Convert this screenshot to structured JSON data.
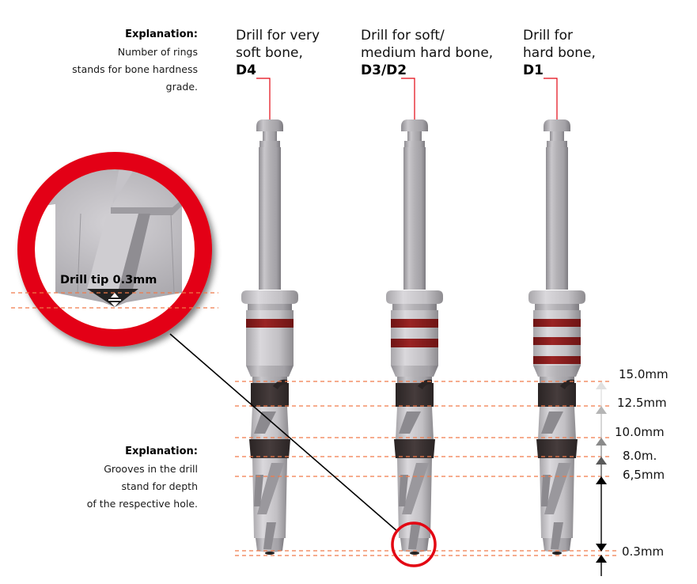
{
  "explanations": {
    "rings": {
      "title": "Explanation:",
      "lines": [
        "Number of rings",
        "stands for bone hardness",
        "grade."
      ]
    },
    "grooves": {
      "title": "Explanation:",
      "lines": [
        "Grooves in the drill",
        "stand for depth",
        "of the respective hole."
      ]
    }
  },
  "drills": [
    {
      "line1": "Drill for very",
      "line2": "soft bone,",
      "code": "D4",
      "rings": 1
    },
    {
      "line1": "Drill for soft/",
      "line2": "medium hard bone,",
      "code": "D3/D2",
      "rings": 2
    },
    {
      "line1": "Drill for",
      "line2": "hard bone,",
      "code": "D1",
      "rings": 3
    }
  ],
  "depth_markers": [
    {
      "label": "15.0mm",
      "arrow_color": "#dcdcdc"
    },
    {
      "label": "12.5mm",
      "arrow_color": "#b5b5b5"
    },
    {
      "label": "10.0mm",
      "arrow_color": "#8a8a8a"
    },
    {
      "label": "8.0m.",
      "arrow_color": "#5a5a5a"
    },
    {
      "label": "6,5mm",
      "arrow_color": "#000000"
    },
    {
      "label": "0.3mm",
      "arrow_color": "#000000"
    }
  ],
  "magnifier": {
    "label": "Drill tip 0.3mm",
    "ring_color": "#e30613"
  },
  "colors": {
    "ring_band": "#8b1a1a",
    "groove": "#3a3232",
    "dashed_line": "#f07a4a",
    "leader_line": "#e30613",
    "steel": "#b4b2b6"
  }
}
